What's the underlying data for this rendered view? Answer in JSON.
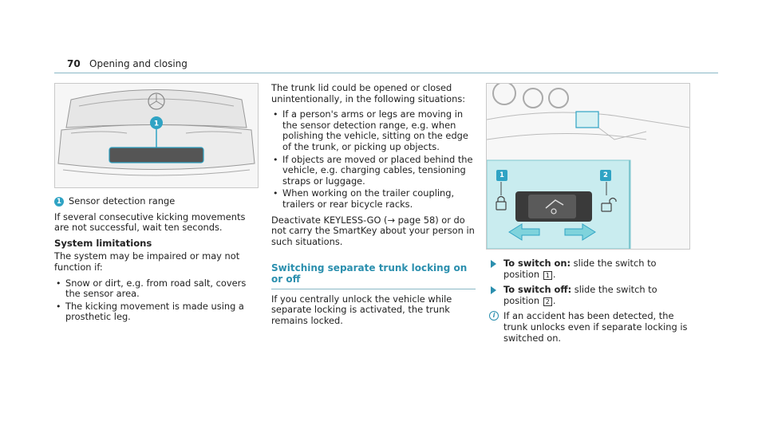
{
  "header": {
    "page_number": "70",
    "section_title": "Opening and closing"
  },
  "left": {
    "figure_badge": "1",
    "caption_text": "Sensor detection range",
    "para1": "If several consecutive kicking movements are not successful, wait ten seconds.",
    "heading": "System limitations",
    "para2": "The system may be impaired or may not function if:",
    "bullets": [
      "Snow or dirt, e.g. from road salt, covers the sensor area.",
      "The kicking movement is made using a prosthetic leg."
    ]
  },
  "middle": {
    "para1": "The trunk lid could be opened or closed unintentionally, in the following situations:",
    "bullets": [
      "If a person's arms or legs are moving in the sensor detection range, e.g. when polishing the vehicle, sitting on the edge of the trunk, or picking up objects.",
      "If objects are moved or placed behind the vehicle, e.g. charging cables, tensioning straps or luggage.",
      "When working on the trailer coupling, trailers or rear bicycle racks."
    ],
    "para2": "Deactivate KEYLESS-GO (→ page 58) or do not carry the SmartKey about your person in such situations.",
    "subheading": "Switching separate trunk locking on or off",
    "para3": "If you centrally unlock the vehicle while separate locking is activated, the trunk remains locked."
  },
  "right": {
    "badge1": "1",
    "badge2": "2",
    "step1_label": "To switch on:",
    "step1_text": "slide the switch to position",
    "step1_ref": "1",
    "step2_label": "To switch off:",
    "step2_text": "slide the switch to position",
    "step2_ref": "2",
    "note": "If an accident has been detected, the trunk unlocks even if separate locking is switched on.",
    "info_icon": "i"
  },
  "colors": {
    "accent": "#2b8fae",
    "badge": "#2fa3c4",
    "panel_bg": "#c9ecef",
    "arrow": "#7fd3dc"
  }
}
